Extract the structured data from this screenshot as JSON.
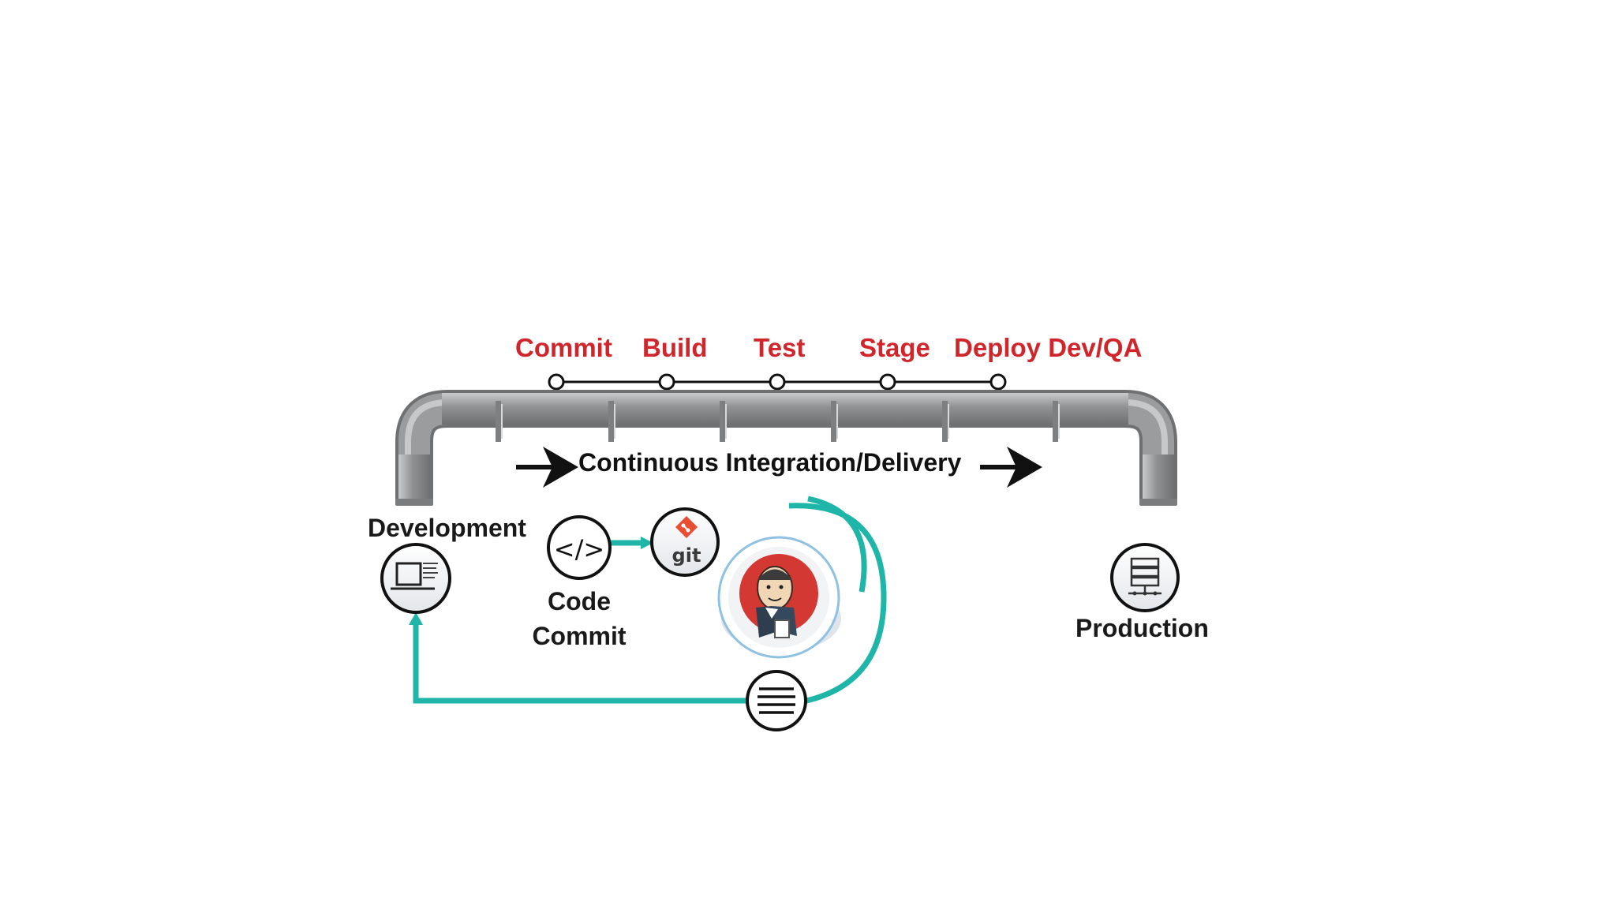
{
  "colors": {
    "stage_text": "#d0262b",
    "pipe_gray": "#8f9193",
    "flow_teal": "#1fb5a8",
    "arrow": "#111111"
  },
  "stages": [
    "Commit",
    "Build",
    "Test",
    "Stage",
    "Deploy Dev/QA"
  ],
  "pipeline_label": "Continuous Integration/Delivery",
  "nodes": {
    "development": "Development",
    "code_commit_line1": "Code",
    "code_commit_line2": "Commit",
    "git": "git",
    "production": "Production"
  },
  "icons": [
    "laptop-icon",
    "code-icon",
    "git-icon",
    "jenkins-icon",
    "menu-icon",
    "server-icon"
  ]
}
